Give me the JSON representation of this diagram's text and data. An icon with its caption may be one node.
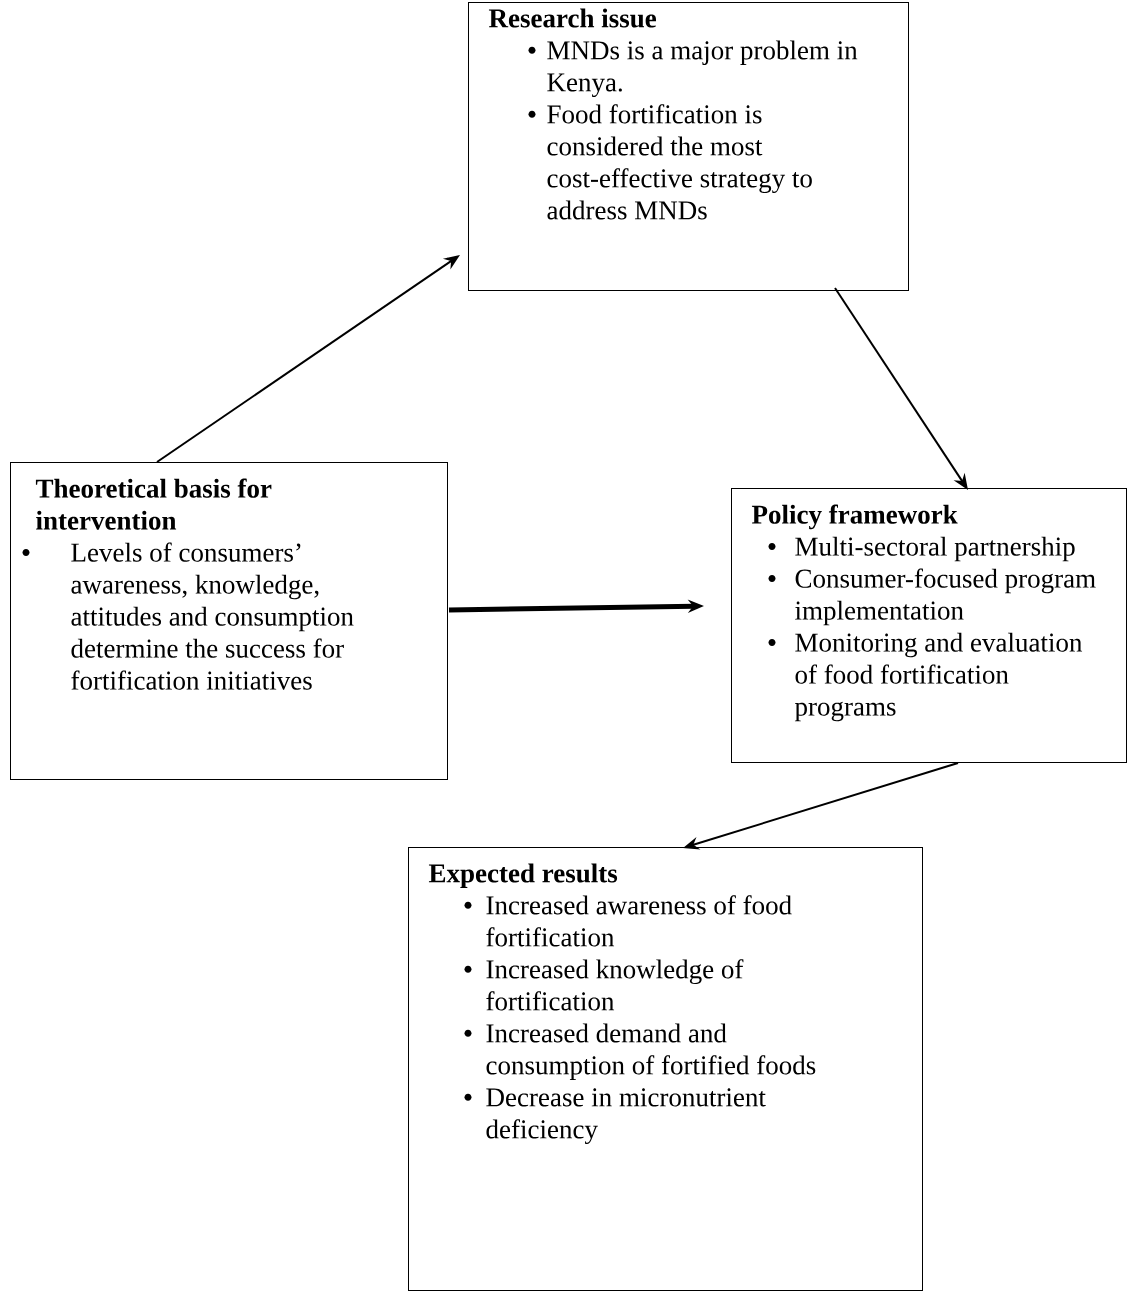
{
  "diagram": {
    "nodes": [
      {
        "text": [
          "Research issue",
          "MNDs is a major problem in Kenya.",
          "Food fortification is considered the most cost-effective strategy to address MNDs"
        ]
      },
      {
        "text": [
          "Theoretical basis for intervention",
          "Levels of consumers’ awareness, knowledge, attitudes and consumption determine the success for fortification initiatives"
        ]
      },
      {
        "text": [
          "Policy framework",
          "Multi-sectoral partnership",
          "Consumer-focused program implementation",
          "Monitoring and evaluation of food fortification programs"
        ]
      },
      {
        "text": [
          "Expected results",
          "Increased awareness of food fortification",
          "Increased knowledge of fortification",
          "Increased demand and consumption of fortified foods",
          "Decrease in micronutrient deficiency"
        ]
      }
    ],
    "edges": [
      {
        "from": 1,
        "to": 0,
        "arrow": "to"
      },
      {
        "from": 0,
        "to": 2,
        "arrow": "to"
      },
      {
        "from": 1,
        "to": 2,
        "arrow": "to",
        "style": "thick"
      },
      {
        "from": 2,
        "to": 3,
        "arrow": "to"
      }
    ]
  }
}
